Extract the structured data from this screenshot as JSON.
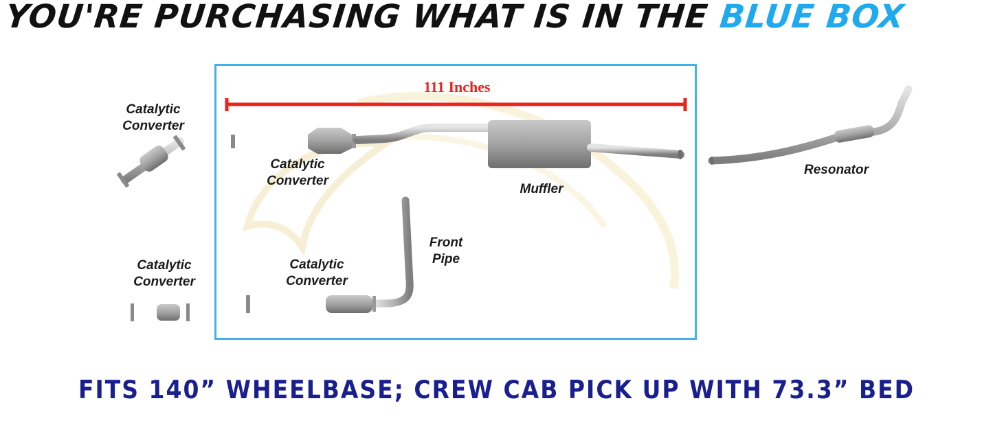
{
  "headline": {
    "main": "YOU'RE PURCHASING WHAT IS IN THE",
    "accent": "BLUE BOX"
  },
  "dimension": {
    "label": "111 Inches"
  },
  "parts": {
    "cat_left_top": {
      "line1": "Catalytic",
      "line2": "Converter"
    },
    "cat_left_bottom": {
      "line1": "Catalytic",
      "line2": "Converter"
    },
    "cat_box_upper": {
      "line1": "Catalytic",
      "line2": "Converter"
    },
    "cat_box_lower": {
      "line1": "Catalytic",
      "line2": "Converter"
    },
    "muffler": "Muffler",
    "front_pipe": {
      "line1": "Front",
      "line2": "Pipe"
    },
    "resonator": "Resonator"
  },
  "footer": {
    "fitment": "FITS 140” WHEELBASE; CREW CAB PICK UP WITH 73.3” BED"
  },
  "colors": {
    "accent_blue": "#1fa9ee",
    "box_border": "#44b0e8",
    "dimension_red": "#e8241d",
    "footer_navy": "#1a1f8f"
  }
}
